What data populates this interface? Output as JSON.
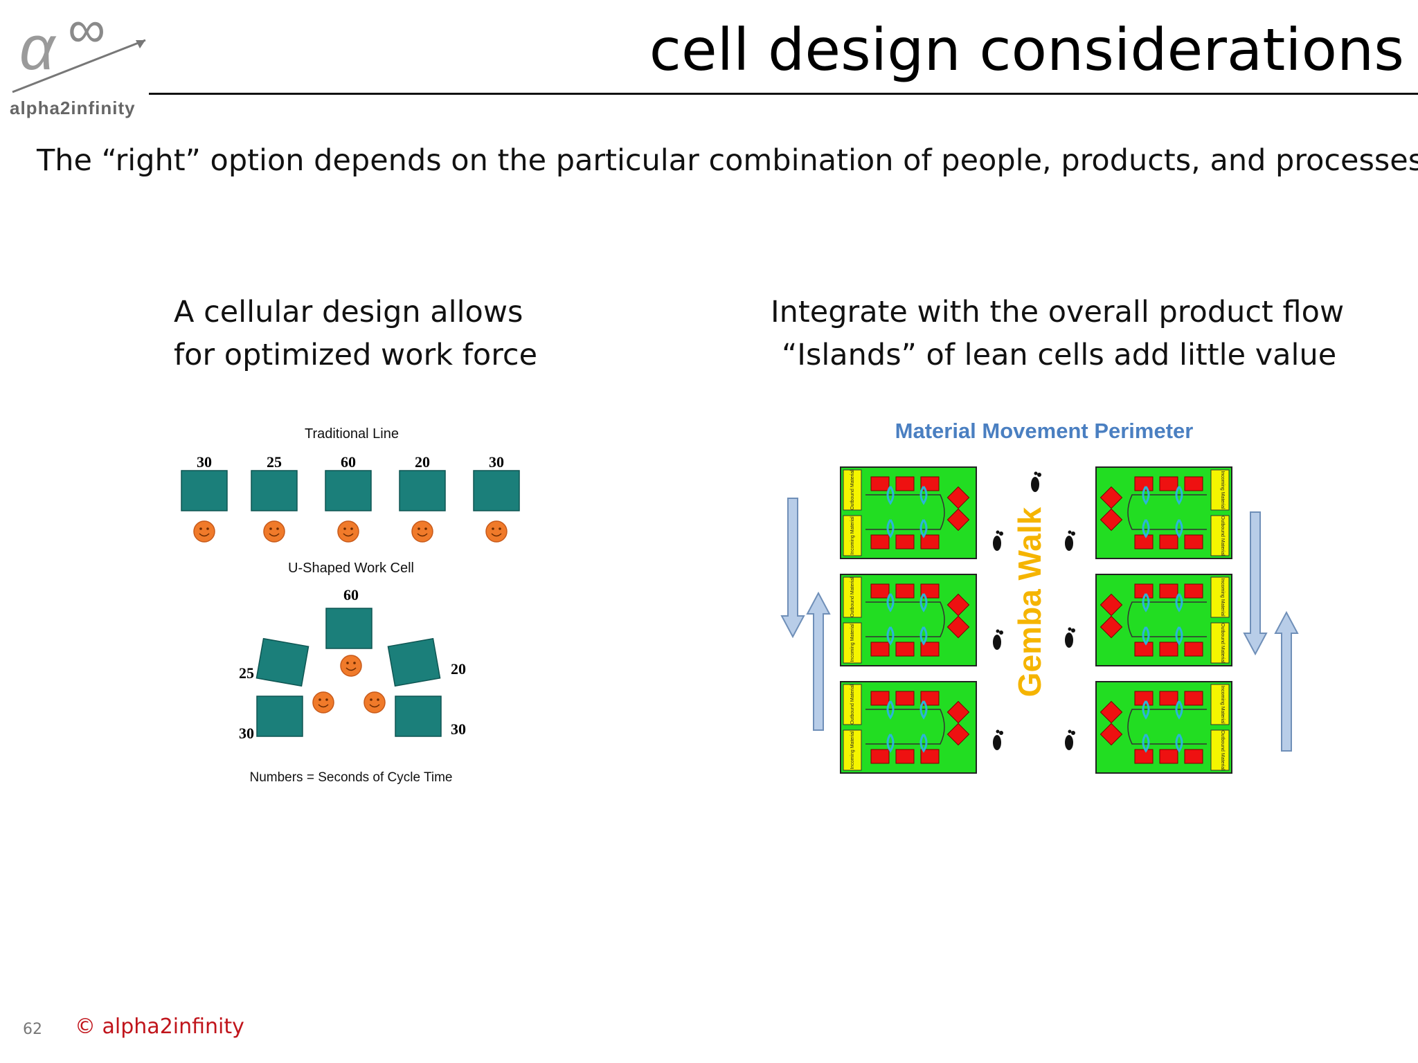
{
  "logo": {
    "text": "alpha2infinity"
  },
  "slide": {
    "title": "cell design considerations",
    "subtitle": "The “right” option depends on the particular combination of people, products, and processes",
    "left_caption": {
      "line1": "A cellular design allows",
      "line2": "for optimized work force"
    },
    "right_caption": {
      "line1": "Integrate with the overall product flow",
      "line2": "“Islands” of lean cells add little value"
    }
  },
  "left_figure": {
    "traditional_title": "Traditional Line",
    "traditional_times": [
      "30",
      "25",
      "60",
      "20",
      "30"
    ],
    "u_title": "U-Shaped Work Cell",
    "u_times": {
      "top": "60",
      "upper_left": "25",
      "upper_right": "20",
      "lower_left": "30",
      "lower_right": "30"
    },
    "note": "Numbers = Seconds of Cycle Time",
    "station_color": "#1b7f7a",
    "worker_color": "#f07a2a"
  },
  "right_figure": {
    "title": "Material Movement Perimeter",
    "walk_label": "Gemba Walk",
    "cell_labels": {
      "outbound": "Outbound Material",
      "incoming": "Incoming Material"
    },
    "cell_color": "#22dd22",
    "machine_color": "#ee1111",
    "walk_color": "#f5b400",
    "title_color": "#4a7fc1",
    "arrow_color": "#b8cde8"
  },
  "footer": {
    "page_number": "62",
    "copyright": "© alpha2infinity"
  }
}
